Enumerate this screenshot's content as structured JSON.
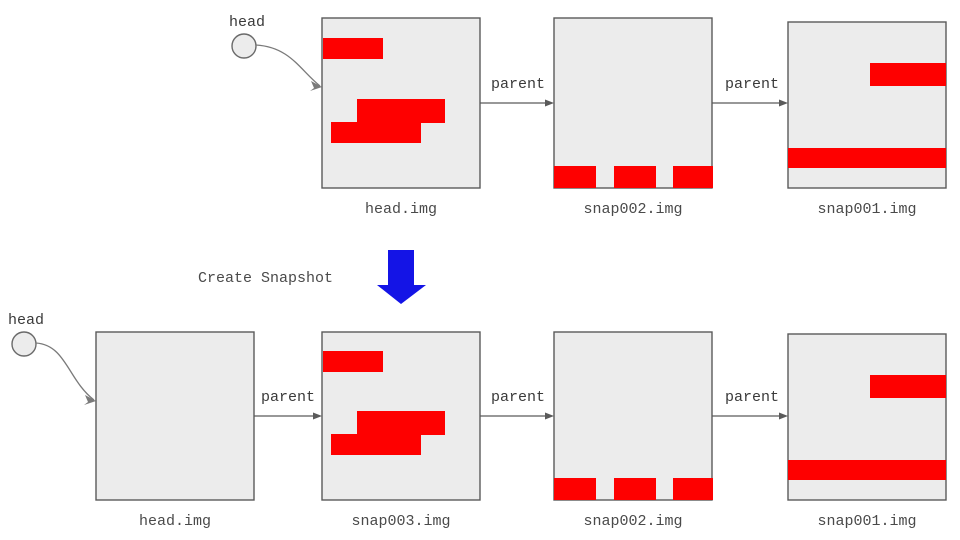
{
  "diagram": {
    "title_action": "Create Snapshot",
    "head_pointer_label": "head",
    "edge_label": "parent",
    "colors": {
      "box_fill": "#ececec",
      "box_stroke": "#5a5a5a",
      "data_block": "#fe0000",
      "arrow_blue": "#1414e6",
      "text": "#4a4a4a",
      "background": "#ffffff"
    },
    "rows": [
      {
        "row_name": "before",
        "nodes": [
          {
            "label": "head.img",
            "is_head": true,
            "blocks": "stepped"
          },
          {
            "label": "snap002.img",
            "is_head": false,
            "blocks": "three-bottom"
          },
          {
            "label": "snap001.img",
            "is_head": false,
            "blocks": "two-bars"
          }
        ],
        "edges": [
          "parent",
          "parent"
        ]
      },
      {
        "row_name": "after",
        "nodes": [
          {
            "label": "head.img",
            "is_head": true,
            "blocks": "empty"
          },
          {
            "label": "snap003.img",
            "is_head": false,
            "blocks": "stepped"
          },
          {
            "label": "snap002.img",
            "is_head": false,
            "blocks": "three-bottom"
          },
          {
            "label": "snap001.img",
            "is_head": false,
            "blocks": "two-bars"
          }
        ],
        "edges": [
          "parent",
          "parent",
          "parent"
        ]
      }
    ]
  }
}
